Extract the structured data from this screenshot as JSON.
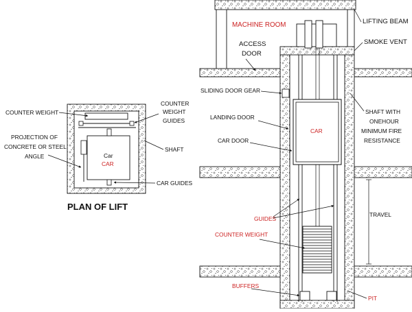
{
  "plan": {
    "title": "PLAN OF LIFT",
    "labels": {
      "counter_weight": "COUNTER WEIGHT",
      "cw_guides_1": "COUNTER",
      "cw_guides_2": "WEIGHT",
      "cw_guides_3": "GUIDES",
      "projection_1": "PROJECTION OF",
      "projection_2": "CONCRETE OR STEEL",
      "projection_3": "ANGLE",
      "shaft": "SHAFT",
      "car_guides": "CAR GUIDES",
      "car_small": "Car",
      "car_red": "CAR"
    }
  },
  "section": {
    "labels": {
      "lifting_beam": "LIFTING BEAM",
      "machine_room": "MACHINE ROOM",
      "access_door_1": "ACCESS",
      "access_door_2": "DOOR",
      "smoke_vent": "SMOKE VENT",
      "sliding_door_gear": "SLIDING DOOR GEAR",
      "landing_door": "LANDING DOOR",
      "car_door": "CAR DOOR",
      "car": "CAR",
      "shaft_1": "SHAFT WITH",
      "shaft_2": "ONEHOUR",
      "shaft_3": "MINIMUM FIRE",
      "shaft_4": "RESISTANCE",
      "guides": "GUIDES",
      "travel": "TRAVEL",
      "counter_weight": "COUNTER WEIGHT",
      "buffers": "BUFFERS",
      "pit": "PIT"
    }
  },
  "colors": {
    "ink": "#111111",
    "accent_red": "#cc2222"
  }
}
